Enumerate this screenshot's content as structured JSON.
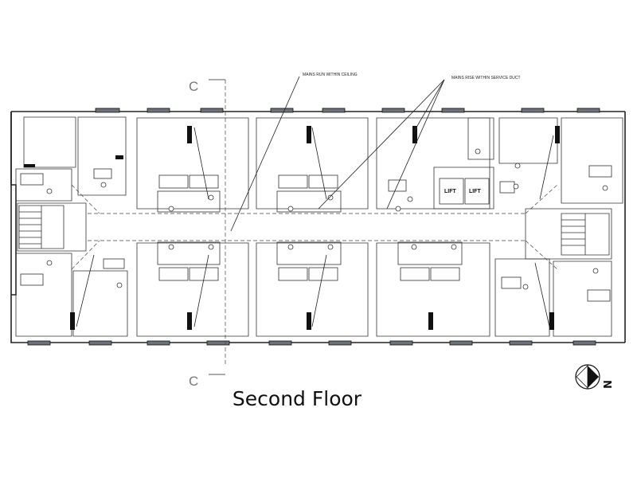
{
  "title": "Second Floor",
  "notes": {
    "mains_ceiling": "MAINS RUN WITHIN CEILING",
    "mains_duct": "MAINS RISE WITHIN SERVICE DUCT"
  },
  "section": {
    "top": "C",
    "bottom": "C"
  },
  "lifts": [
    "LIFT",
    "LIFT"
  ],
  "north": "N"
}
